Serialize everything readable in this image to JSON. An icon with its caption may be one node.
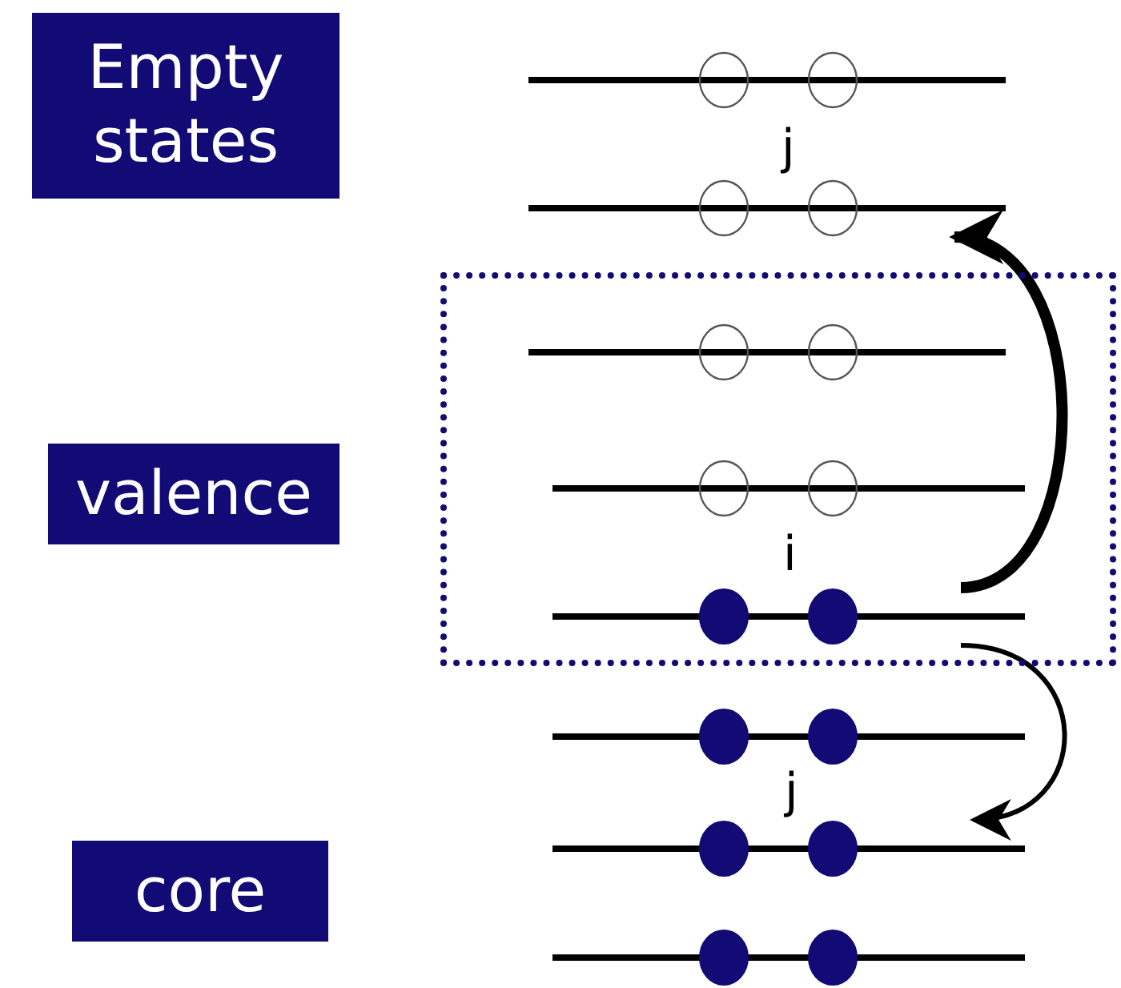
{
  "diagram": {
    "nodes": [
      {
        "text": [
          "Empty states"
        ]
      },
      {
        "text": [
          "valence"
        ]
      },
      {
        "text": [
          "core"
        ]
      },
      {
        "text": [],
        "shape": "bar"
      },
      {
        "text": [],
        "shape": "bar",
        "beside": [
          "j"
        ]
      },
      {
        "text": [],
        "shape": "box"
      },
      {
        "text": [],
        "shape": "bar",
        "in": 5
      },
      {
        "text": [],
        "shape": "bar",
        "in": 5
      },
      {
        "text": [],
        "shape": "bar",
        "in": 5,
        "beside": [
          "i"
        ]
      },
      {
        "text": [],
        "shape": "bar"
      },
      {
        "text": [],
        "shape": "bar",
        "beside": [
          "j"
        ]
      },
      {
        "text": [],
        "shape": "bar"
      }
    ],
    "edges": [
      {
        "from": 8,
        "to": 4,
        "arrow": "to",
        "style": "thick"
      },
      {
        "from": 8,
        "to": 10,
        "arrow": "to"
      }
    ]
  }
}
